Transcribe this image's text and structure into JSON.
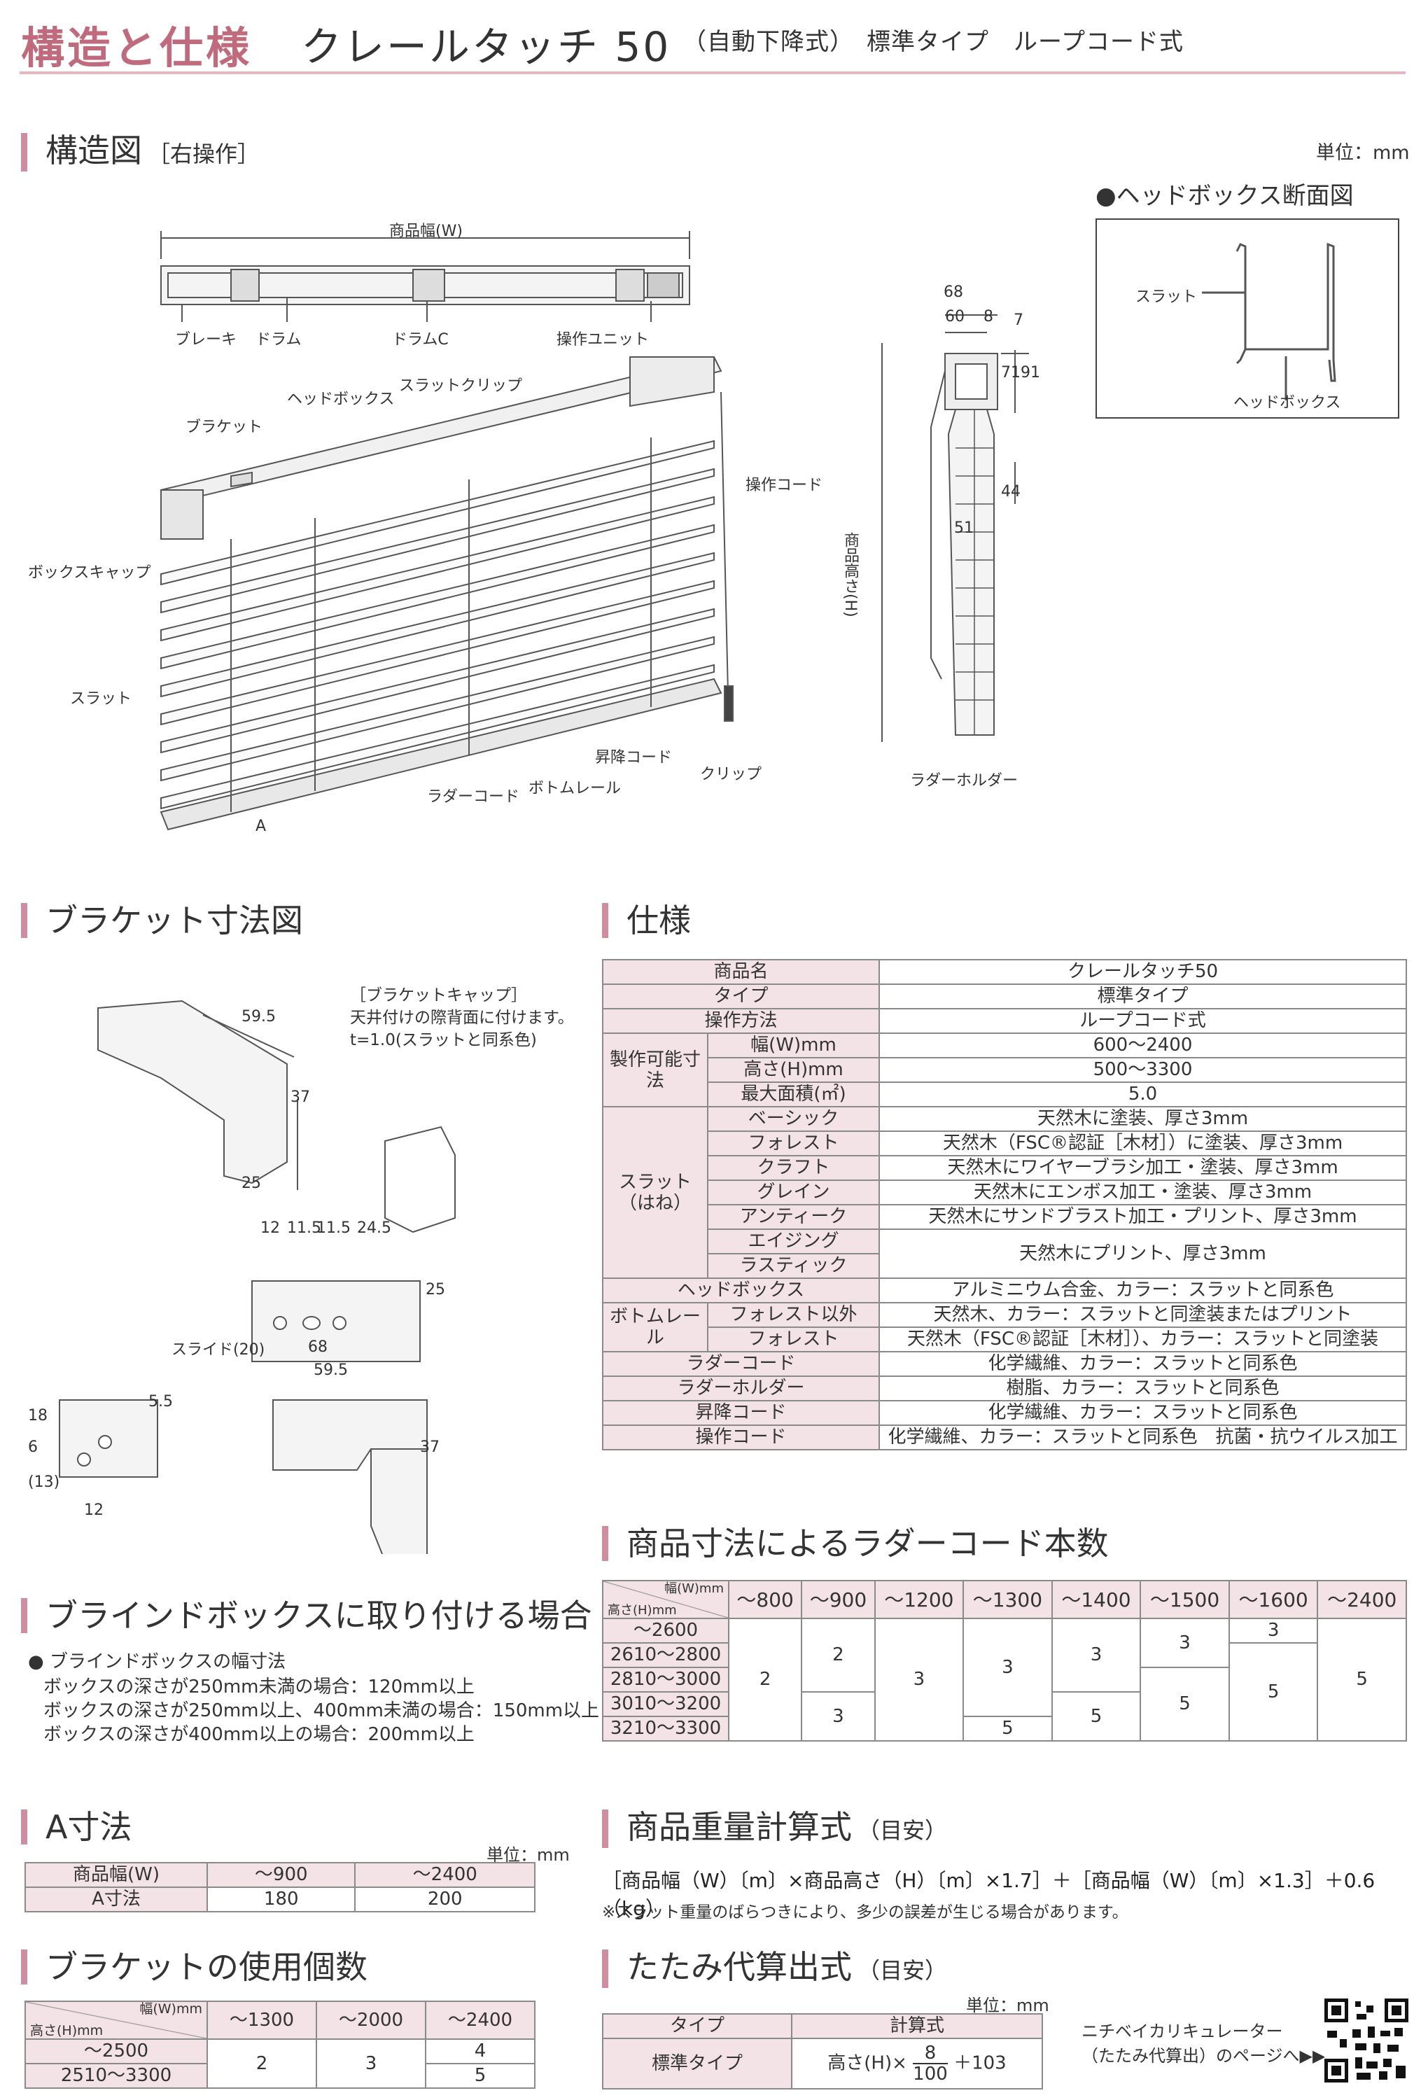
{
  "header": {
    "title": "構造と仕様",
    "product": "クレールタッチ 50",
    "subtitle": "（自動下降式）　標準タイプ　ループコード式"
  },
  "structure": {
    "section": "構造図",
    "section_note": "［右操作］",
    "unit": "単位：mm",
    "labels": {
      "width": "商品幅(W)",
      "brake": "ブレーキ",
      "drum": "ドラム",
      "drum_c": "ドラムC",
      "control_unit": "操作ユニット",
      "head_box": "ヘッドボックス",
      "slat_clip": "スラットクリップ",
      "bracket": "ブラケット",
      "cord": "操作コード",
      "box_cap": "ボックスキャップ",
      "slat": "スラット",
      "lift_cord": "昇降コード",
      "clip": "クリップ",
      "ladder_cord": "ラダーコード",
      "bottom_rail": "ボトムレール",
      "a": "A",
      "height": "商品高さ(H)",
      "ladder_holder": "ラダーホルダー"
    },
    "dims": [
      "68",
      "60",
      "8",
      "7",
      "71",
      "91",
      "44",
      "51"
    ],
    "cross_section": {
      "title": "●ヘッドボックス断面図",
      "slat": "スラット",
      "head_box": "ヘッドボックス"
    }
  },
  "bracket_dims": {
    "section": "ブラケット寸法図",
    "cap_title": "［ブラケットキャップ］",
    "cap_note1": "天井付けの際背面に付けます。",
    "cap_note2": "t=1.0(スラットと同系色)",
    "dims": {
      "d59": "59.5",
      "d37": "37",
      "d25": "25",
      "d12": "12",
      "d115a": "11.5",
      "d115b": "11.5",
      "d245": "24.5",
      "d25b": "25",
      "slide": "スライド(20)",
      "d68": "68",
      "d595": "59.5",
      "d55": "5.5",
      "d37b": "37",
      "d13": "(13)",
      "d6": "6",
      "d18": "18",
      "d12b": "12"
    }
  },
  "spec": {
    "section": "仕様",
    "rows": [
      {
        "g": "商品名",
        "v": "クレールタッチ50"
      },
      {
        "g": "タイプ",
        "v": "標準タイプ"
      },
      {
        "g": "操作方法",
        "v": "ループコード式"
      },
      {
        "g": "製作可能寸法",
        "s": "幅(W)mm",
        "v": "600～2400"
      },
      {
        "s": "高さ(H)mm",
        "v": "500～3300"
      },
      {
        "s": "最大面積(㎡)",
        "v": "5.0"
      },
      {
        "g": "スラット（はね）",
        "s": "ベーシック",
        "v": "天然木に塗装、厚さ3mm"
      },
      {
        "s": "フォレスト",
        "v": "天然木（FSC®認証［木材］）に塗装、厚さ3mm"
      },
      {
        "s": "クラフト",
        "v": "天然木にワイヤーブラシ加工・塗装、厚さ3mm"
      },
      {
        "s": "グレイン",
        "v": "天然木にエンボス加工・塗装、厚さ3mm"
      },
      {
        "s": "アンティーク",
        "v": "天然木にサンドブラスト加工・プリント、厚さ3mm"
      },
      {
        "s": "エイジング",
        "v": "天然木にプリント、厚さ3mm"
      },
      {
        "s": "ラスティック"
      },
      {
        "g": "ヘッドボックス",
        "v": "アルミニウム合金、カラー：スラットと同系色"
      },
      {
        "g": "ボトムレール",
        "s": "フォレスト以外",
        "v": "天然木、カラー：スラットと同塗装またはプリント"
      },
      {
        "s": "フォレスト",
        "v": "天然木（FSC®認証［木材］）、カラー：スラットと同塗装"
      },
      {
        "g": "ラダーコード",
        "v": "化学繊維、カラー：スラットと同系色"
      },
      {
        "g": "ラダーホルダー",
        "v": "樹脂、カラー：スラットと同系色"
      },
      {
        "g": "昇降コード",
        "v": "化学繊維、カラー：スラットと同系色"
      },
      {
        "g": "操作コード",
        "v": "化学繊維、カラー：スラットと同系色　抗菌・抗ウイルス加工"
      }
    ]
  },
  "ladder": {
    "section": "商品寸法によるラダーコード本数",
    "corner_w": "幅(W)mm",
    "corner_h": "高さ(H)mm",
    "cols": [
      "～800",
      "～900",
      "～1200",
      "～1300",
      "～1400",
      "～1500",
      "～1600",
      "～2400"
    ],
    "rows": [
      "～2600",
      "2610～2800",
      "2810～3000",
      "3010～3200",
      "3210～3300"
    ],
    "v": {
      "c1": "2",
      "c2a": "2",
      "c2b": "3",
      "c3": "3",
      "c4a": "3",
      "c4b": "5",
      "c5a": "3",
      "c5b": "5",
      "c6a": "3",
      "c6b": "5",
      "c7a": "3",
      "c7b": "5",
      "c8": "5"
    }
  },
  "blind_box": {
    "section": "ブラインドボックスに取り付ける場合",
    "sub": "● ブラインドボックスの幅寸法",
    "lines": [
      "ボックスの深さが250mm未満の場合：120mm以上",
      "ボックスの深さが250mm以上、400mm未満の場合：150mm以上",
      "ボックスの深さが400mm以上の場合：200mm以上"
    ]
  },
  "a_dim": {
    "section": "A寸法",
    "unit": "単位：mm",
    "h": [
      "商品幅(W)",
      "～900",
      "～2400"
    ],
    "r": [
      "A寸法",
      "180",
      "200"
    ]
  },
  "weight": {
    "section": "商品重量計算式",
    "section_note": "（目安）",
    "formula": "［商品幅（W）〔m〕×商品高さ（H）〔m〕×1.7］＋［商品幅（W）〔m〕×1.3］＋0.6（kg）",
    "note": "※スラット重量のばらつきにより、多少の誤差が生じる場合があります。"
  },
  "brackets": {
    "section": "ブラケットの使用個数",
    "corner_w": "幅(W)mm",
    "corner_h": "高さ(H)mm",
    "cols": [
      "～1300",
      "～2000",
      "～2400"
    ],
    "rows": [
      "～2500",
      "2510～3300"
    ],
    "v": {
      "a": "2",
      "b": "3",
      "c": "4",
      "d": "5"
    }
  },
  "fold": {
    "section": "たたみ代算出式",
    "section_note": "（目安）",
    "unit": "単位：mm",
    "h": [
      "タイプ",
      "計算式"
    ],
    "type": "標準タイプ",
    "f1": "高さ(H)×",
    "num": "8",
    "den": "100",
    "f2": "＋103",
    "link1": "ニチベイカリキュレーター",
    "link2": "（たたみ代算出）のページへ▶▶"
  }
}
